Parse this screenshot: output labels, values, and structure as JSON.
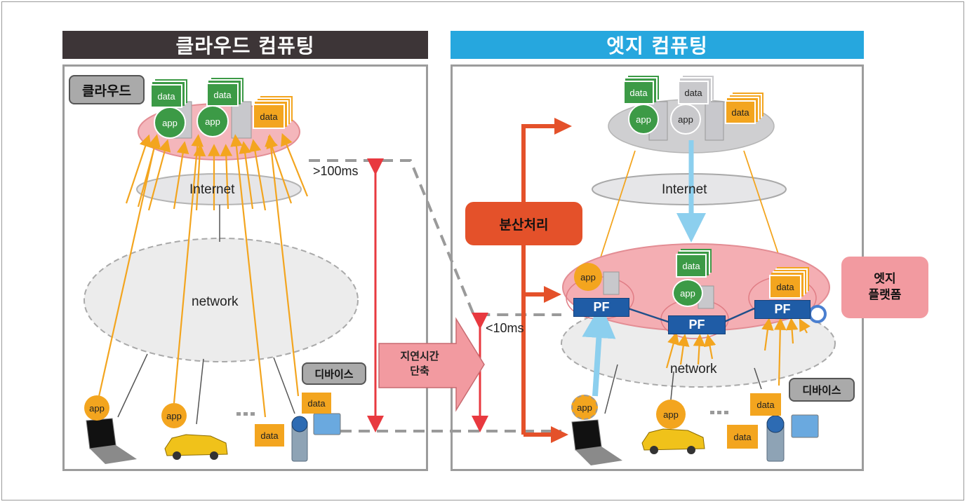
{
  "colors": {
    "cloud_header": "#3d3537",
    "edge_header": "#26a7de",
    "data_green": "#3c9a46",
    "data_orange": "#f3a51f",
    "cloud_ring": "#f4b6bb",
    "edge_platform": "#f29aa0",
    "distributed_processing": "#e4512a",
    "pf_box": "#1f5ca6",
    "latency_arrow": "#e8393f",
    "upload_arrow": "#8ccfee"
  },
  "cloud_computing": {
    "title": "클라우드 컴퓨팅",
    "cloud_tag": "클라우드",
    "cloud_items": [
      {
        "type": "data",
        "label": "data",
        "color": "green"
      },
      {
        "type": "app",
        "label": "app",
        "color": "green"
      },
      {
        "type": "data",
        "label": "data",
        "color": "green"
      },
      {
        "type": "app",
        "label": "app",
        "color": "green"
      },
      {
        "type": "data",
        "label": "data",
        "color": "orange"
      }
    ],
    "internet_label": "Internet",
    "network_label": "network",
    "device_tag": "디바이스",
    "devices": [
      {
        "name": "laptop",
        "bubble": "app"
      },
      {
        "name": "car",
        "bubble": "app"
      },
      {
        "name": "ellipsis",
        "bubble": "..."
      },
      {
        "name": "camera-tablet",
        "bubble": "data"
      }
    ],
    "extra_data_label": "data",
    "latency": ">100ms"
  },
  "transition": {
    "label_line1": "지연시간",
    "label_line2": "단축"
  },
  "edge_computing": {
    "title": "엣지 컴퓨팅",
    "cloud_items": [
      {
        "type": "data",
        "label": "data",
        "color": "green"
      },
      {
        "type": "app",
        "label": "app",
        "color": "green"
      },
      {
        "type": "data",
        "label": "data",
        "color": "gray"
      },
      {
        "type": "app",
        "label": "app",
        "color": "gray"
      },
      {
        "type": "data",
        "label": "data",
        "color": "orange"
      }
    ],
    "internet_label": "Internet",
    "network_label": "network",
    "distributed_processing": "분산처리",
    "edge_platform_tag_line1": "엣지",
    "edge_platform_tag_line2": "플랫폼",
    "platform_nodes": [
      {
        "label": "PF",
        "bubble": "app"
      },
      {
        "label": "PF",
        "bubble": "data / app"
      },
      {
        "label": "PF",
        "bubble": "data"
      }
    ],
    "device_tag": "디바이스",
    "devices": [
      {
        "name": "laptop",
        "bubble": "app"
      },
      {
        "name": "car",
        "bubble": "app"
      },
      {
        "name": "ellipsis",
        "bubble": "..."
      },
      {
        "name": "camera-tablet",
        "bubble": "data"
      }
    ],
    "extra_data_label": "data",
    "latency": "<10ms"
  }
}
